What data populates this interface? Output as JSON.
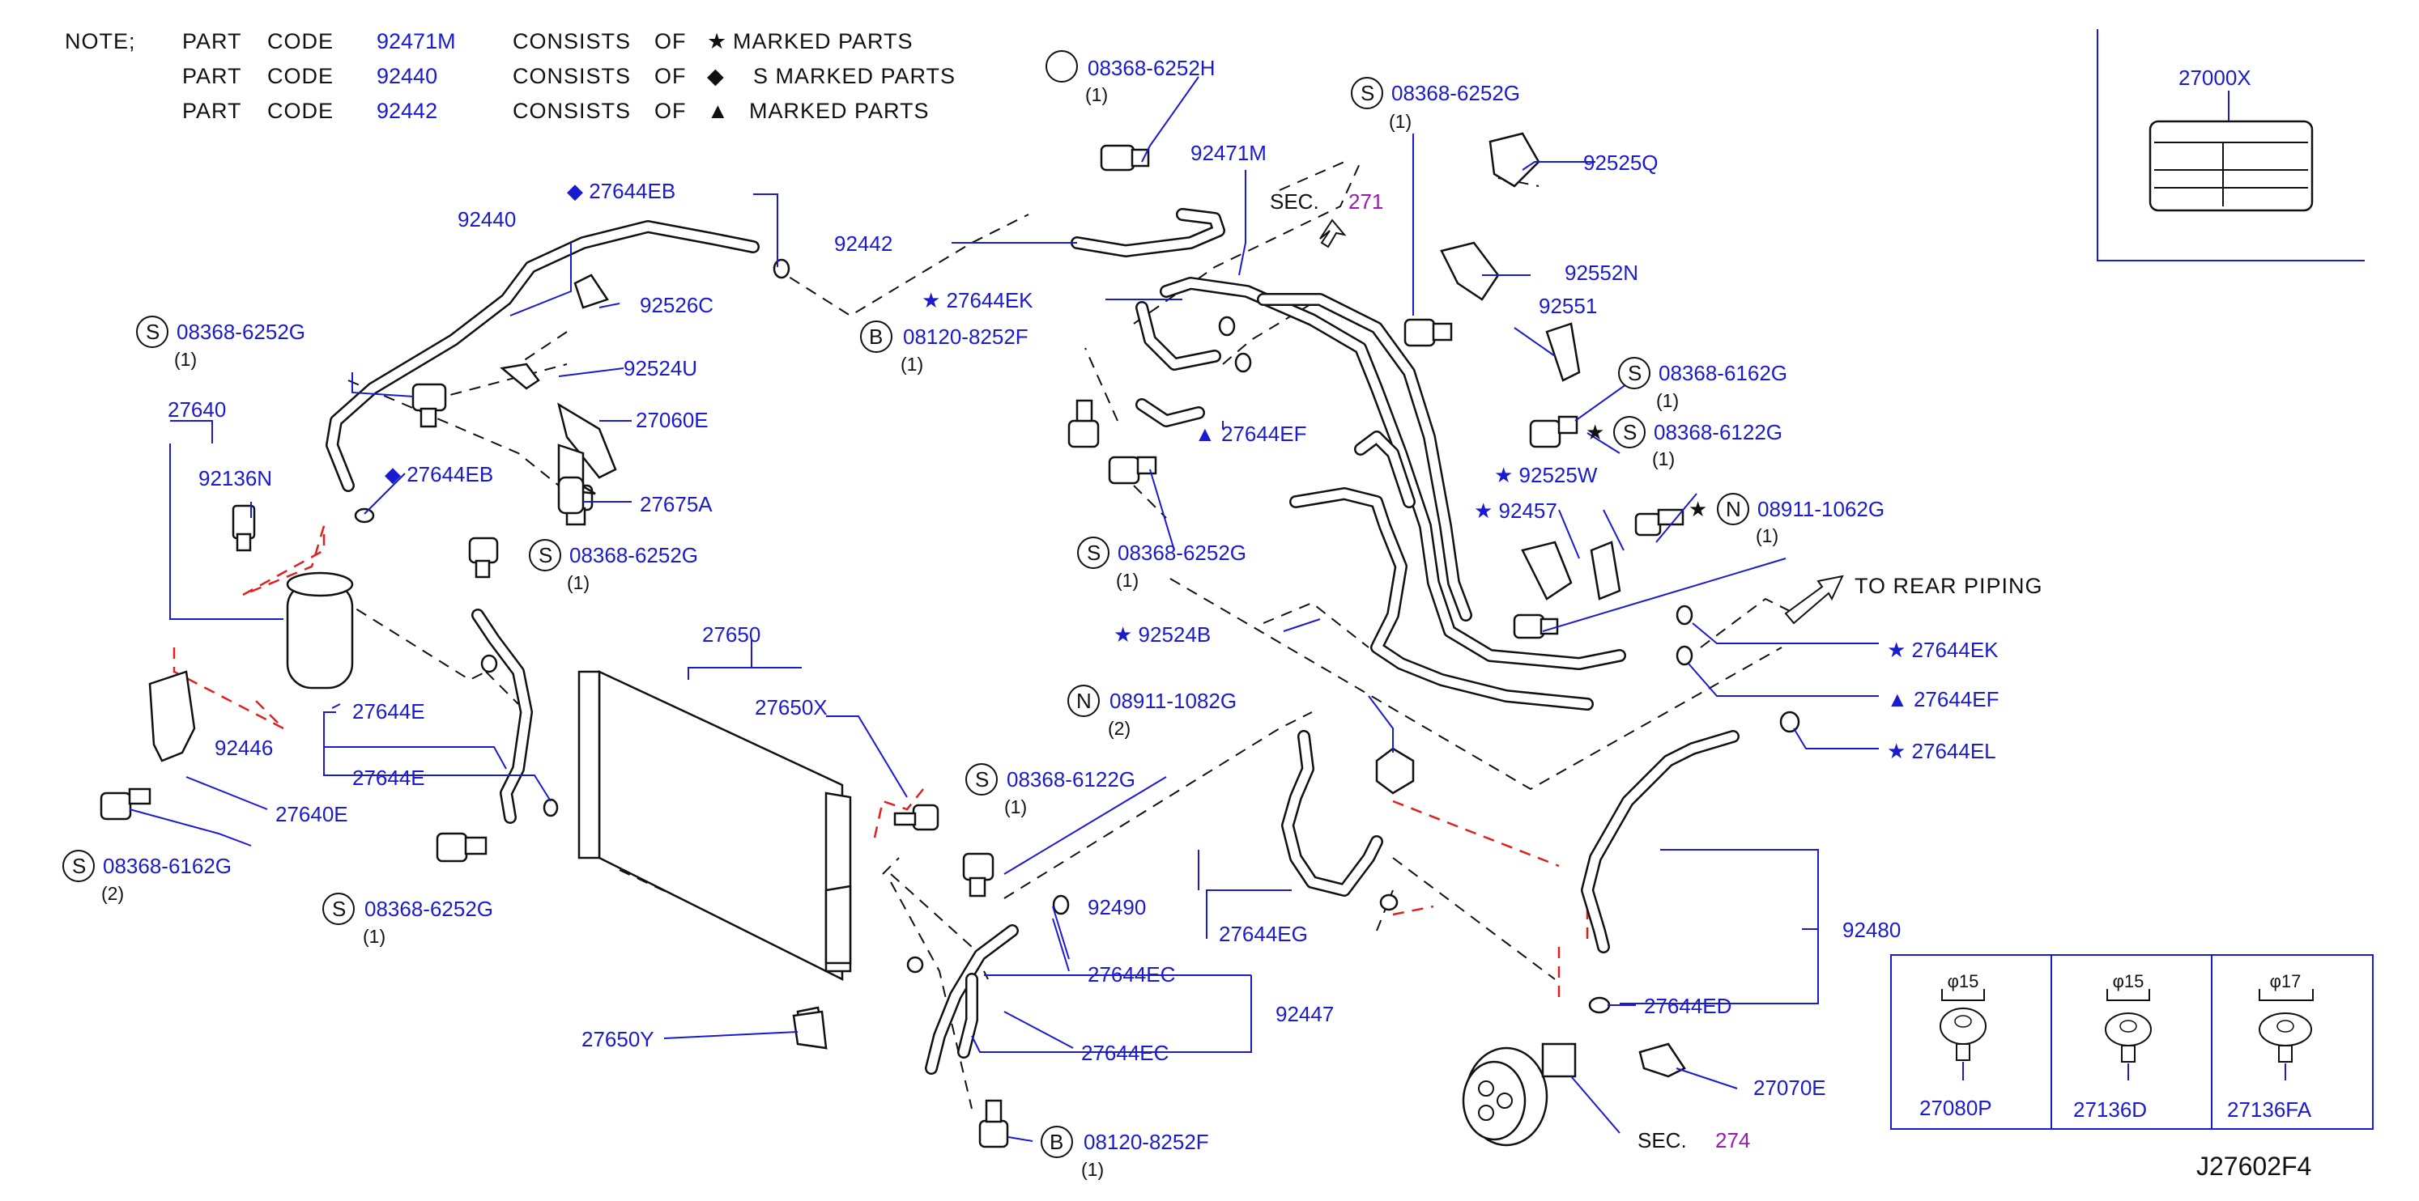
{
  "reference_code": "J27602F4",
  "notes": {
    "prefix": "NOTE;",
    "lines": [
      {
        "part": "PART",
        "code": "CODE",
        "number": "92471M",
        "consists": "CONSISTS",
        "of": "OF",
        "symbol": "★",
        "tail": "MARKED PARTS"
      },
      {
        "part": "PART",
        "code": "CODE",
        "number": "92440",
        "consists": "CONSISTS",
        "of": "OF",
        "symbol": "◆",
        "tail": "S MARKED PARTS"
      },
      {
        "part": "PART",
        "code": "CODE",
        "number": "92442",
        "consists": "CONSISTS",
        "of": "OF",
        "symbol": "▲",
        "tail": "MARKED PARTS"
      }
    ]
  },
  "callouts": {
    "c01": {
      "text": "08368-6252H",
      "badge": "",
      "qty": "(1)"
    },
    "c02": {
      "text": "92471M"
    },
    "c03": {
      "text": "08368-6252G",
      "badge": "S",
      "qty": "(1)"
    },
    "c04": {
      "text": "92525Q"
    },
    "c05": {
      "text": "◆ 27644EB"
    },
    "c06": {
      "text": "92440"
    },
    "c07": {
      "text": "92442"
    },
    "c08": {
      "text": "SEC.",
      "sec": "271"
    },
    "c09": {
      "text": "92552N"
    },
    "c10": {
      "text": "92526C"
    },
    "c11": {
      "text": "★ 27644EK"
    },
    "c12": {
      "text": "08120-8252F",
      "badge": "B",
      "qty": "(1)"
    },
    "c13": {
      "text": "92551"
    },
    "c14": {
      "text": "08368-6252G",
      "badge": "S",
      "qty": "(1)"
    },
    "c15": {
      "text": "92524U"
    },
    "c16": {
      "text": "08368-6162G",
      "badge": "S",
      "qty": "(1)"
    },
    "c17": {
      "text": "27640"
    },
    "c18": {
      "text": "27060E"
    },
    "c19": {
      "text": "▲ 27644EF"
    },
    "c20": {
      "text": "★",
      "text2": "08368-6122G",
      "badge": "S",
      "qty": "(1)"
    },
    "c21": {
      "text": "92136N"
    },
    "c22": {
      "text": "◆ 27644EB"
    },
    "c23": {
      "text": "★ 92525W"
    },
    "c24": {
      "text": "27675A"
    },
    "c25": {
      "text": "★ 92457"
    },
    "c26": {
      "text": "★",
      "text2": "08911-1062G",
      "badge": "N",
      "qty": "(1)"
    },
    "c27": {
      "text": "08368-6252G",
      "badge": "S",
      "qty": "(1)"
    },
    "c28": {
      "text": "08368-6252G",
      "badge": "S",
      "qty": "(1)"
    },
    "c29": {
      "text": "TO REAR PIPING"
    },
    "c30": {
      "text": "★ 92524B"
    },
    "c31": {
      "text": "27650"
    },
    "c32": {
      "text": "★ 27644EK"
    },
    "c33": {
      "text": "27644E"
    },
    "c34": {
      "text": "08911-1082G",
      "badge": "N",
      "qty": "(2)"
    },
    "c35": {
      "text": "▲ 27644EF"
    },
    "c36": {
      "text": "92446"
    },
    "c37": {
      "text": "27650X"
    },
    "c38": {
      "text": "★ 27644EL"
    },
    "c39": {
      "text": "27644E"
    },
    "c40": {
      "text": "08368-6122G",
      "badge": "S",
      "qty": "(1)"
    },
    "c41": {
      "text": "27640E"
    },
    "c42": {
      "text": "08368-6162G",
      "badge": "S",
      "qty": "(2)"
    },
    "c43": {
      "text": "92490"
    },
    "c44": {
      "text": "08368-6252G",
      "badge": "S",
      "qty": "(1)"
    },
    "c45": {
      "text": "27644EG"
    },
    "c46": {
      "text": "92480"
    },
    "c47": {
      "text": "27644EC"
    },
    "c48": {
      "text": "92447"
    },
    "c49": {
      "text": "27644ED"
    },
    "c50": {
      "text": "27650Y"
    },
    "c51": {
      "text": "27644EC"
    },
    "c52": {
      "text": "27070E"
    },
    "c53": {
      "text": "08120-8252F",
      "badge": "B",
      "qty": "(1)"
    },
    "c54": {
      "text": "SEC.",
      "sec": "274"
    },
    "c55": {
      "text": "27000X"
    }
  },
  "clips_table": {
    "cells": [
      {
        "dia": "φ15",
        "part": "27080P"
      },
      {
        "dia": "φ15",
        "part": "27136D"
      },
      {
        "dia": "φ17",
        "part": "27136FA"
      }
    ]
  },
  "colors": {
    "label": "#1a1ad0",
    "section": "#9a1ab0",
    "red_dash": "#e02020",
    "ink": "#111111"
  }
}
